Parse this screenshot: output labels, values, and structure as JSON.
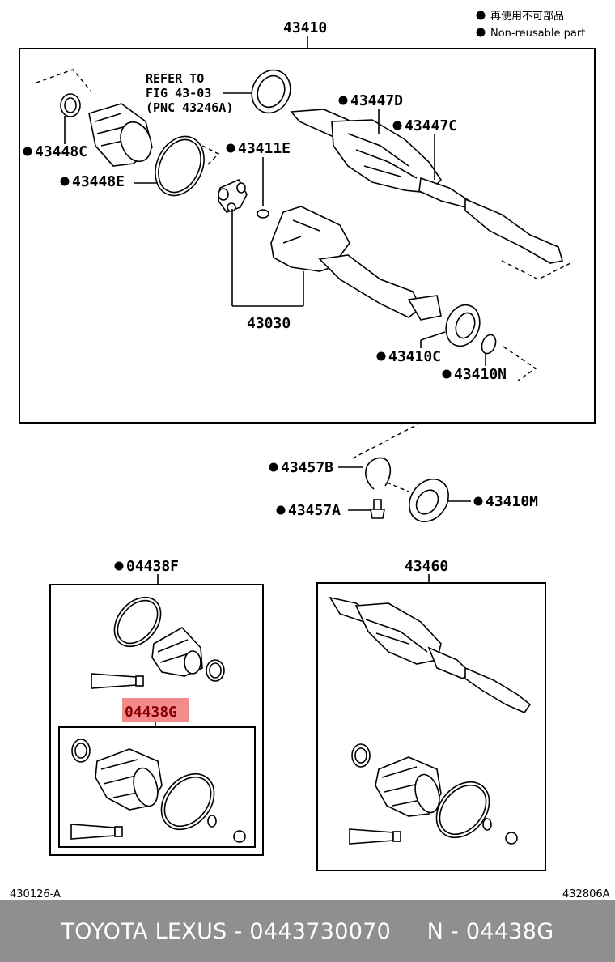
{
  "legend": {
    "non_reusable_jp": "再使用不可部品",
    "non_reusable_en": "Non-reusable part"
  },
  "parts": {
    "assy_main": "43410",
    "refer_line1": "REFER TO",
    "refer_line2": "FIG 43-03",
    "refer_line3": "(PNC 43246A)",
    "p43447D": "43447D",
    "p43447C": "43447C",
    "p43448C": "43448C",
    "p43448E": "43448E",
    "p43411E": "43411E",
    "p43030": "43030",
    "p43410C": "43410C",
    "p43410N": "43410N",
    "p43457B": "43457B",
    "p43457A": "43457A",
    "p43410M": "43410M",
    "p04438F": "04438F",
    "p04438G": "04438G",
    "p43460": "43460"
  },
  "codes": {
    "left": "430126-A",
    "right": "432806A"
  },
  "colors": {
    "highlight": "#f28b8b",
    "footer_bg": "#8f8f8f",
    "footer_text": "#ffffff"
  },
  "footer": {
    "text": "TOYOTA LEXUS - 0443730070     N - 04438G"
  }
}
